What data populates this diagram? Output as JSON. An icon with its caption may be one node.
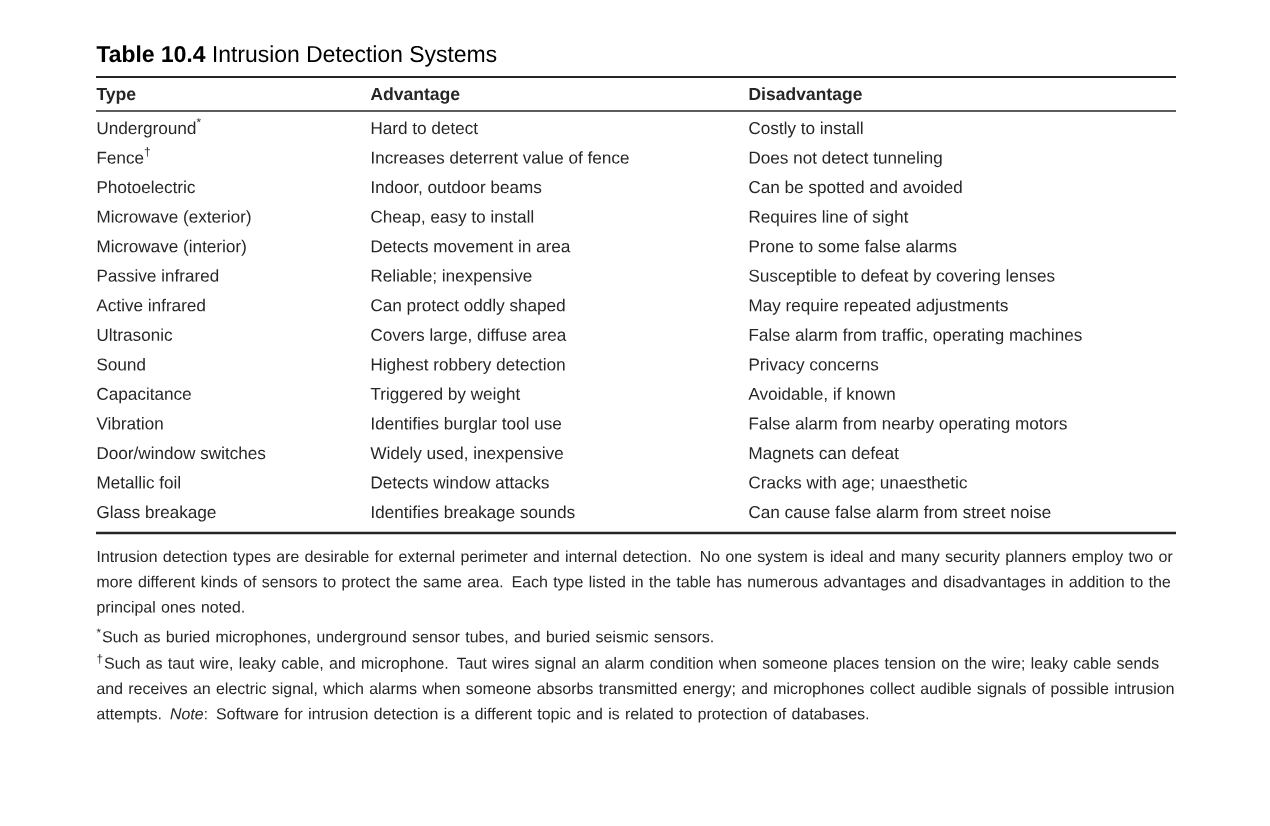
{
  "diagram": {
    "title": "**Table 10.4**   Intrusion Detection Systems",
    "labels": [
      "Type",
      "Advantage",
      "Disadvantage",
      "Underground$^{*}$",
      "Hard to detect",
      "Costly to install",
      "Fence$^{†}$",
      "Increases deterrent value of fence",
      "Does not detect tunneling",
      "Photoelectric",
      "Indoor, outdoor beams",
      "Can be spotted and avoided",
      "Microwave (exterior)",
      "Cheap, easy to install",
      "Requires line of sight",
      "Microwave (interior)",
      "Detects movement in area",
      "Prone to some false alarms",
      "Passive infrared",
      "Reliable; inexpensive",
      "Susceptible to defeat by covering lenses",
      "Active infrared",
      "Can protect oddly shaped",
      "May require repeated adjustments",
      "Ultrasonic",
      "Covers large, diffuse area",
      "False alarm from traffic, operating machines",
      "Sound",
      "Highest robbery detection",
      "Privacy concerns",
      "Capacitance",
      "Triggered by weight",
      "Avoidable, if known",
      "Vibration",
      "Identifies burglar tool use",
      "False alarm from nearby operating motors",
      "Door/window switches",
      "Widely used, inexpensive",
      "Magnets can defeat",
      "Metallic foil",
      "Detects window attacks",
      "Cracks with age; unaesthetic",
      "Glass breakage",
      "Identifies breakage sounds",
      "Can cause false alarm from street noise",
      "Intrusion detection types are desirable for external perimeter and internal detection. No one system is ideal and many security planners employ two or more different kinds of sensors to protect the same area. Each type listed in the table has numerous advantages and disadvantages in addition to the principal ones noted.",
      "$^{*}$Such as buried microphones, underground sensor tubes, and buried seismic sensors.",
      "$^{†}$Such as taut wire, leaky cable, and microphone. Taut wires signal an alarm condition when someone places tension on the wire; leaky cable sends and receives an electric signal, which alarms when someone absorbs transmitted energy; and microphones collect audible signals of possible intrusion attempts. *Note*: Software for intrusion detection is a different topic and is related to protection of databases."
    ]
  }
}
